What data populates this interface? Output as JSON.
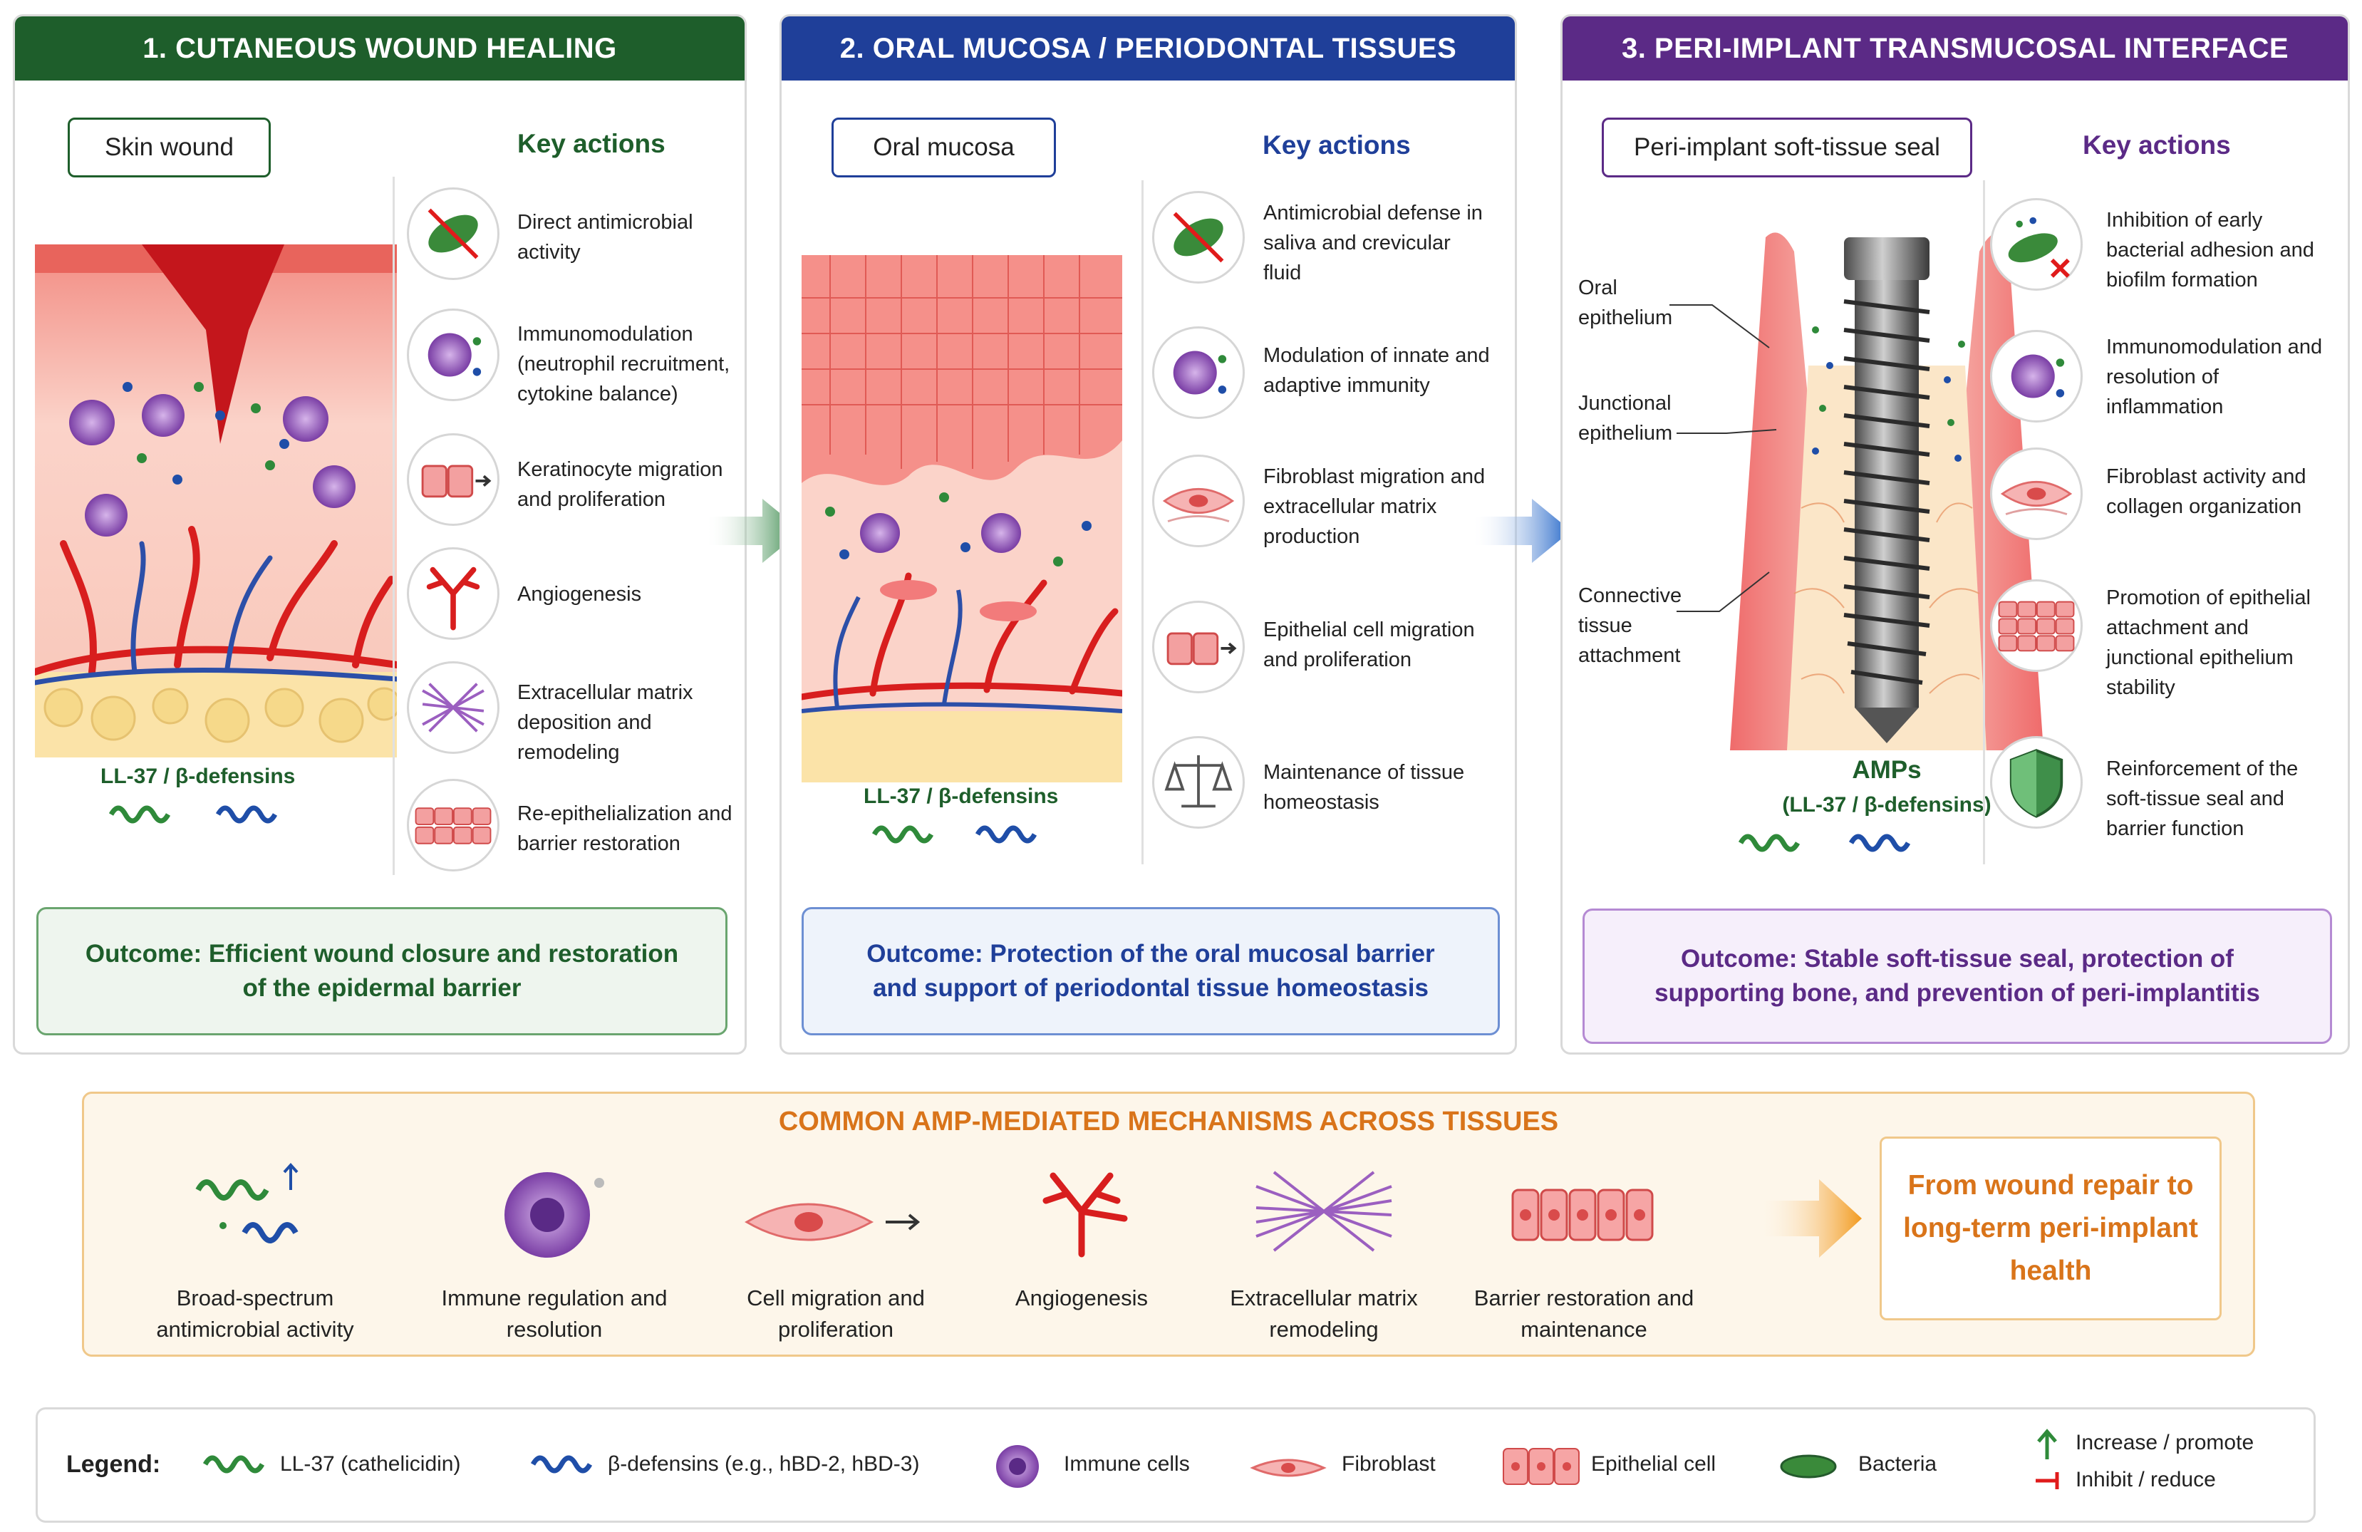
{
  "panels": [
    {
      "header": "1. CUTANEOUS WOUND HEALING",
      "tag": "Skin wound",
      "key_title": "Key actions",
      "actions": [
        "Direct antimicrobial activity",
        "Immunomodulation (neutrophil recruitment, cytokine balance)",
        "Keratinocyte migration and proliferation",
        "Angiogenesis",
        "Extracellular matrix deposition and remodeling",
        "Re-epithelialization and barrier restoration"
      ],
      "amp_label": "LL-37 / β-defensins",
      "outcome": "Outcome: Efficient wound closure and restoration of the epidermal barrier"
    },
    {
      "header": "2. ORAL MUCOSA / PERIODONTAL TISSUES",
      "tag": "Oral mucosa",
      "key_title": "Key actions",
      "actions": [
        "Antimicrobial defense in saliva and crevicular fluid",
        "Modulation of innate and adaptive immunity",
        "Fibroblast migration and extracellular matrix production",
        "Epithelial cell migration and proliferation",
        "Maintenance of tissue homeostasis"
      ],
      "amp_label": "LL-37 / β-defensins",
      "outcome": "Outcome: Protection of the oral mucosal barrier and support of periodontal tissue homeostasis"
    },
    {
      "header": "3. PERI-IMPLANT TRANSMUCOSAL INTERFACE",
      "tag": "Peri-implant soft-tissue seal",
      "key_title": "Key actions",
      "actions": [
        "Inhibition of early bacterial adhesion and biofilm formation",
        "Immunomodulation and resolution of inflammation",
        "Fibroblast activity and collagen organization",
        "Promotion of epithelial attachment and junctional epithelium stability",
        "Reinforcement of the soft-tissue seal and barrier function"
      ],
      "tissue_labels": [
        "Oral epithelium",
        "Junctional epithelium",
        "Connective tissue attachment"
      ],
      "amp_title": "AMPs",
      "amp_label": "(LL-37 / β-defensins)",
      "outcome": "Outcome: Stable soft-tissue seal, protection of supporting bone, and prevention of peri-implantitis"
    }
  ],
  "common": {
    "title": "COMMON AMP-MEDIATED MECHANISMS ACROSS TISSUES",
    "mechanisms": [
      "Broad-spectrum antimicrobial activity",
      "Immune regulation and resolution",
      "Cell migration and proliferation",
      "Angiogenesis",
      "Extracellular matrix remodeling",
      "Barrier restoration and maintenance"
    ],
    "conclusion": "From wound repair to long-term peri-implant health"
  },
  "legend": {
    "title": "Legend:",
    "items": [
      "LL-37 (cathelicidin)",
      "β-defensins (e.g., hBD-2, hBD-3)",
      "Immune cells",
      "Fibroblast",
      "Epithelial cell",
      "Bacteria"
    ],
    "increase": "Increase / promote",
    "inhibit": "Inhibit / reduce"
  },
  "colors": {
    "panel1": "#1e5e2b",
    "panel2": "#1f3f99",
    "panel3": "#5b2a86",
    "common": "#d9741a",
    "ll37": "#2f8a3a",
    "defensin": "#1f4ea8"
  }
}
